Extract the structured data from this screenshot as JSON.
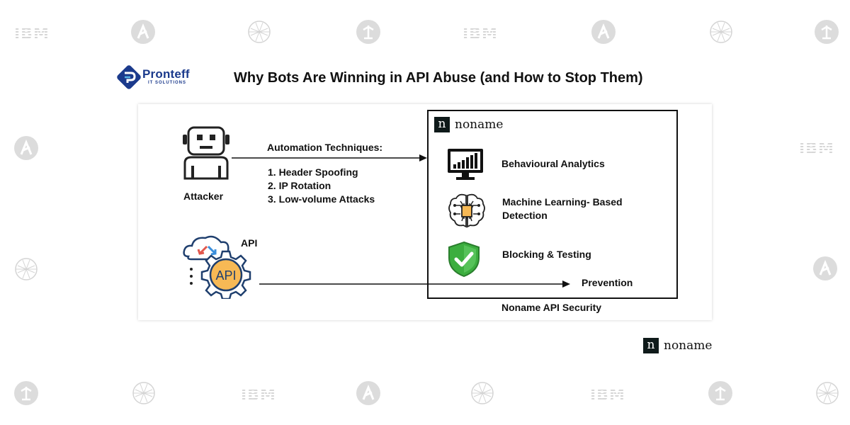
{
  "watermarks": {
    "ibm_text": "IBM"
  },
  "header": {
    "brand_name": "Pronteff",
    "brand_sub": "IT SOLUTIONS",
    "title": "Why Bots Are Winning in API Abuse (and How to Stop Them)"
  },
  "diagram": {
    "attacker_label": "Attacker",
    "api_label": "API",
    "api_badge": "API",
    "techniques_title": "Automation Techniques:",
    "techniques": [
      "1. Header Spoofing",
      "2. IP Rotation",
      "3. Low-volume Attacks"
    ],
    "noname_brand": "noname",
    "noname_mark": "n",
    "features": [
      "Behavioural Analytics",
      "Machine Learning- Based",
      "Detection",
      "Blocking & Testing"
    ],
    "prevention_label": "Prevention",
    "box_caption": "Noname API Security"
  },
  "footer": {
    "brand_mark": "n",
    "brand": "noname"
  },
  "colors": {
    "pronteff_blue": "#1b3a8c",
    "noname_dark": "#0f1a1a",
    "shield_green": "#3cae3f",
    "api_orange": "#f7b955",
    "watermark_grey": "#d4d4d4"
  }
}
